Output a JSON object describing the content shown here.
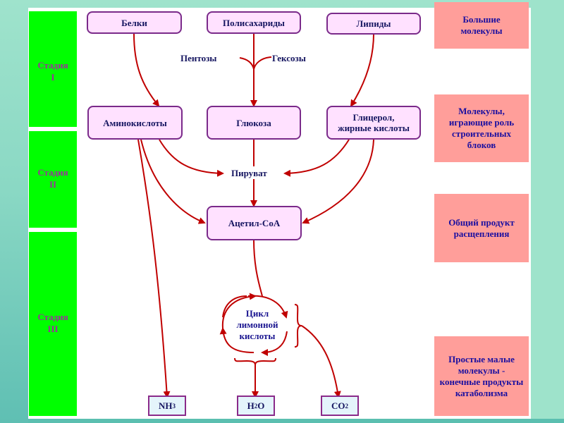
{
  "stages": [
    {
      "title": "Стадия",
      "numeral": "I"
    },
    {
      "title": "Стадия",
      "numeral": "II"
    },
    {
      "title": "Стадия",
      "numeral": "III"
    }
  ],
  "descriptions": [
    "Большие молекулы",
    "Молекулы, играющие роль строительных блоков",
    "Общий продукт расщепления",
    "Простые малые молекулы - конечные продукты катаболизма"
  ],
  "nodes": {
    "proteins": "Белки",
    "polysaccharides": "Полисахариды",
    "lipids": "Липиды",
    "amino_acids": "Аминокислоты",
    "glucose": "Глюкоза",
    "glycerol_line1": "Глицерол,",
    "glycerol_line2": "жирные кислоты",
    "acetyl_coa": "Ацетил-CoA"
  },
  "labels": {
    "pentoses": "Пентозы",
    "hexoses": "Гексозы",
    "pyruvate": "Пируват"
  },
  "cycle": {
    "line1": "Цикл",
    "line2": "лимонной",
    "line3": "кислоты"
  },
  "products": [
    {
      "base": "NH",
      "sub": "3",
      "tail": ""
    },
    {
      "base": "H",
      "sub": "2",
      "tail": "O"
    },
    {
      "base": "CO",
      "sub": "2",
      "tail": ""
    }
  ],
  "colors": {
    "arrow": "#c00000",
    "stage_bg": "#00ff00",
    "desc_bg": "#ff9e9a",
    "node_bg": "#ffe1ff"
  }
}
